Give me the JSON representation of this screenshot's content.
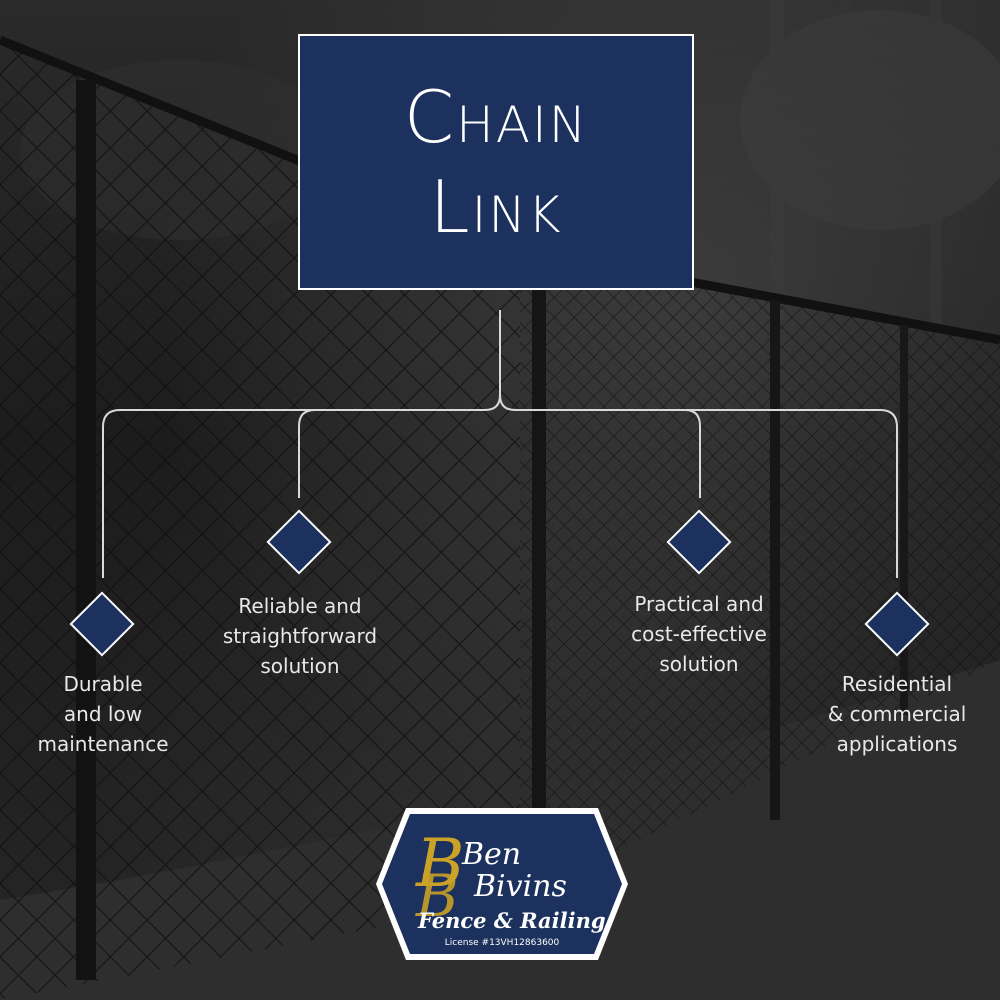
{
  "title": {
    "line1": "Chain",
    "line2": "Link"
  },
  "features": [
    {
      "text": "Durable\nand low\nmaintenance"
    },
    {
      "text": "Reliable and\nstraightforward\nsolution"
    },
    {
      "text": "Practical and\ncost-effective\nsolution"
    },
    {
      "text": "Residential\n& commercial\napplications"
    }
  ],
  "logo": {
    "name_line1": "Ben",
    "name_line2": "Bivins",
    "tagline": "Fence & Railing",
    "license": "License #13VH12863600"
  },
  "colors": {
    "navy": "#1c315d",
    "gold": "#c9a227",
    "line": "#d9d9d9",
    "text": "#e8e8e8"
  }
}
